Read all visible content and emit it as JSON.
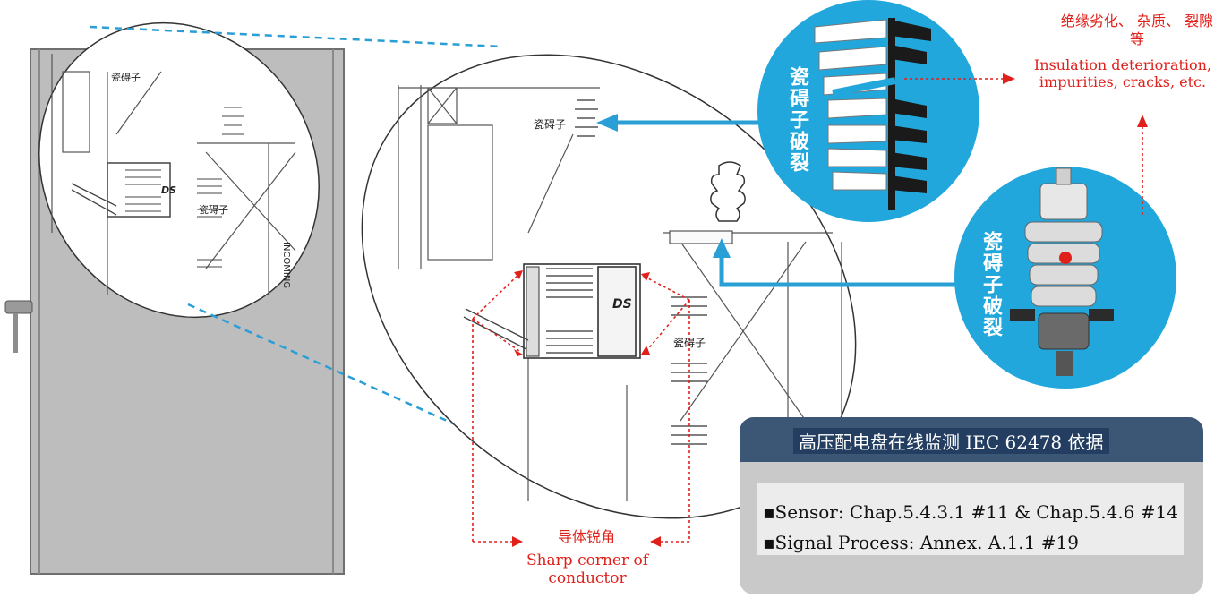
{
  "labels": {
    "top_right_cn": "绝缘劣化、 杂质、 裂隙等",
    "top_right_en": "Insulation deterioration, impurities, cracks, etc.",
    "bottom_cn": "导体锐角",
    "bottom_en": "Sharp corner of conductor",
    "bubble1_cn": "瓷碍子破裂",
    "bubble2_cn": "瓷碍子破裂",
    "ds_small": "DS",
    "ds_large": "DS",
    "insulator_small_1": "瓷碍子",
    "insulator_small_2": "瓷碍子",
    "insulator_large_1": "瓷碍子",
    "insulator_large_2": "瓷碍子",
    "incoming": "INCOMING"
  },
  "panel": {
    "title": "高压配电盘在线监测 IEC 62478 依据",
    "line1": "▪Sensor: Chap.5.4.3.1 #11 & Chap.5.4.6 #14",
    "line2": "▪Signal Process:  Annex. A.1.1 #19"
  },
  "colors": {
    "accent_blue": "#2a9fd6",
    "bubble_blue": "#22a7dc",
    "red": "#e0211b",
    "cabinet_gray": "#b9b9b9",
    "panel_title_bg": "#3c5776"
  }
}
